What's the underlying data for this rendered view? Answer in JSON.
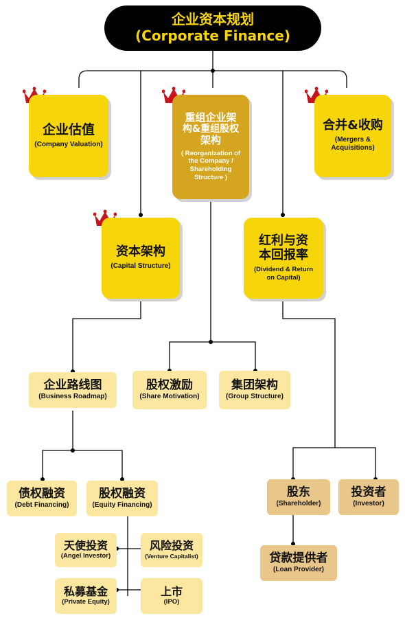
{
  "colors": {
    "root_bg": "#000000",
    "root_text": "#f7d50b",
    "primary": "#f7d50b",
    "featured": "#d6a51f",
    "secondary": "#fbe7a0",
    "tertiary": "#e9c689",
    "crown": "#c4161c"
  },
  "root": {
    "zh": "企业资本规划",
    "en": "(Corporate Finance)"
  },
  "nodes": {
    "valuation": {
      "zh": "企业估值",
      "en": "(Company Valuation)"
    },
    "reorganization": {
      "zh_1": "重组企业架",
      "zh_2": "构&重组股权",
      "zh_3": "架构",
      "en_1": "( Reorganization of",
      "en_2": "the Company /",
      "en_3": "Shareholding",
      "en_4": "Structure )"
    },
    "mergers": {
      "zh": "合并&收购",
      "en_1": "(Mergers &",
      "en_2": "Acquisitions)"
    },
    "capital_structure": {
      "zh": "资本架构",
      "en": "(Capital Structure)"
    },
    "dividend": {
      "zh_1": "红利与资",
      "zh_2": "本回报率",
      "en_1": "(Dividend & Return",
      "en_2": "on Capital)"
    },
    "roadmap": {
      "zh": "企业路线图",
      "en": "(Business Roadmap)"
    },
    "share_motivation": {
      "zh": "股权激励",
      "en": "(Share Motivation)"
    },
    "group_structure": {
      "zh": "集团架构",
      "en": "(Group Structure)"
    },
    "debt_financing": {
      "zh": "债权融资",
      "en": "(Debt Financing)"
    },
    "equity_financing": {
      "zh": "股权融资",
      "en": "(Equity Financing)"
    },
    "angel_investor": {
      "zh": "天使投资",
      "en": "(Angel Investor)"
    },
    "venture_capitalist": {
      "zh": "风险投资",
      "en": "(Venture Capitalist)"
    },
    "private_equity": {
      "zh": "私募基金",
      "en": "(Private Equity)"
    },
    "ipo": {
      "zh": "上市",
      "en": "(IPO)"
    },
    "shareholder": {
      "zh": "股东",
      "en": "(Shareholder)"
    },
    "investor": {
      "zh": "投资者",
      "en": "(Investor)"
    },
    "loan_provider": {
      "zh": "贷款提供者",
      "en": "(Loan Provider)"
    }
  }
}
